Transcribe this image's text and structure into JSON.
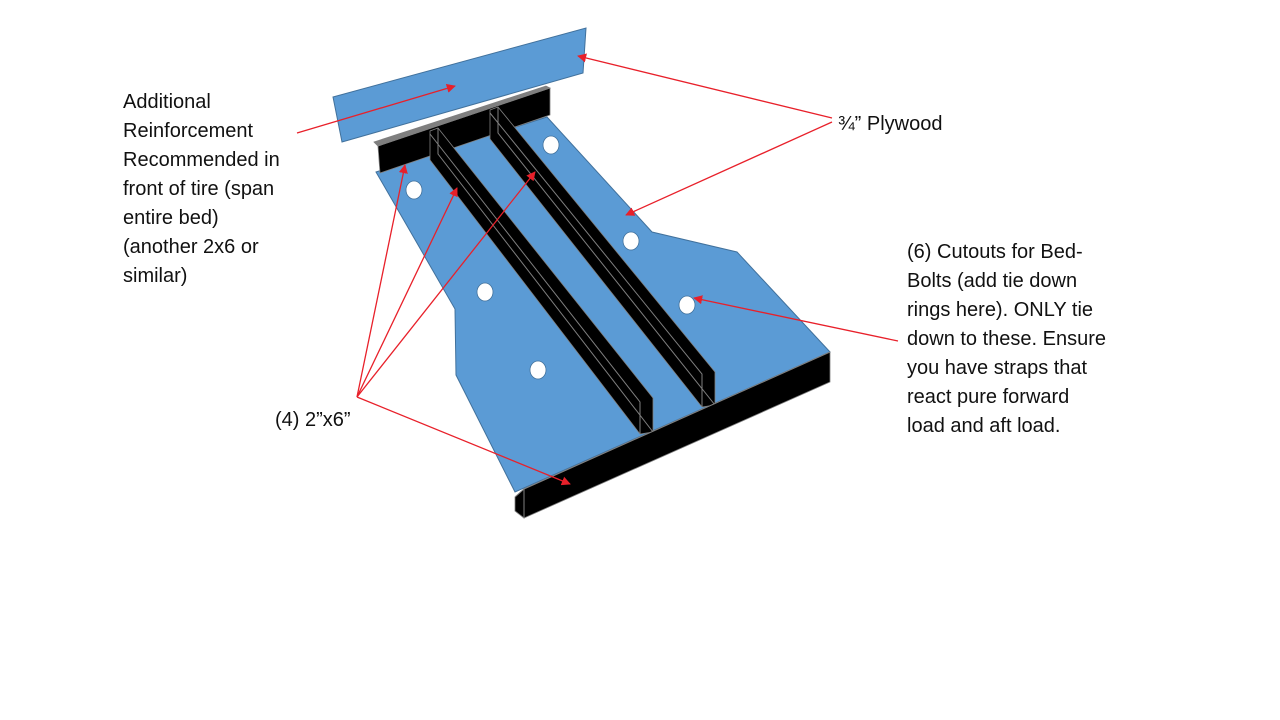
{
  "labels": {
    "reinforcement": [
      "Additional",
      "Reinforcement",
      "Recommended in",
      "front of tire (span",
      "entire bed)",
      "(another 2x6 or",
      "similar)"
    ],
    "plywood": [
      "¾” Plywood"
    ],
    "cutouts": [
      "(6) Cutouts for Bed-",
      "Bolts (add tie down",
      "rings here). ONLY tie",
      "down to these. Ensure",
      "you have straps that",
      "react pure forward",
      "load and aft load."
    ],
    "two_by_six": [
      "(4) 2”x6”"
    ]
  },
  "colors": {
    "plywood": "#5b9bd5",
    "plywood_edge": "#41719c",
    "lumber": "#000000",
    "lumber_edge": "#7f7f7f",
    "arrow": "#e8202a",
    "cutout": "#ffffff"
  },
  "counts": {
    "cutouts": 6,
    "lumber": 4
  }
}
